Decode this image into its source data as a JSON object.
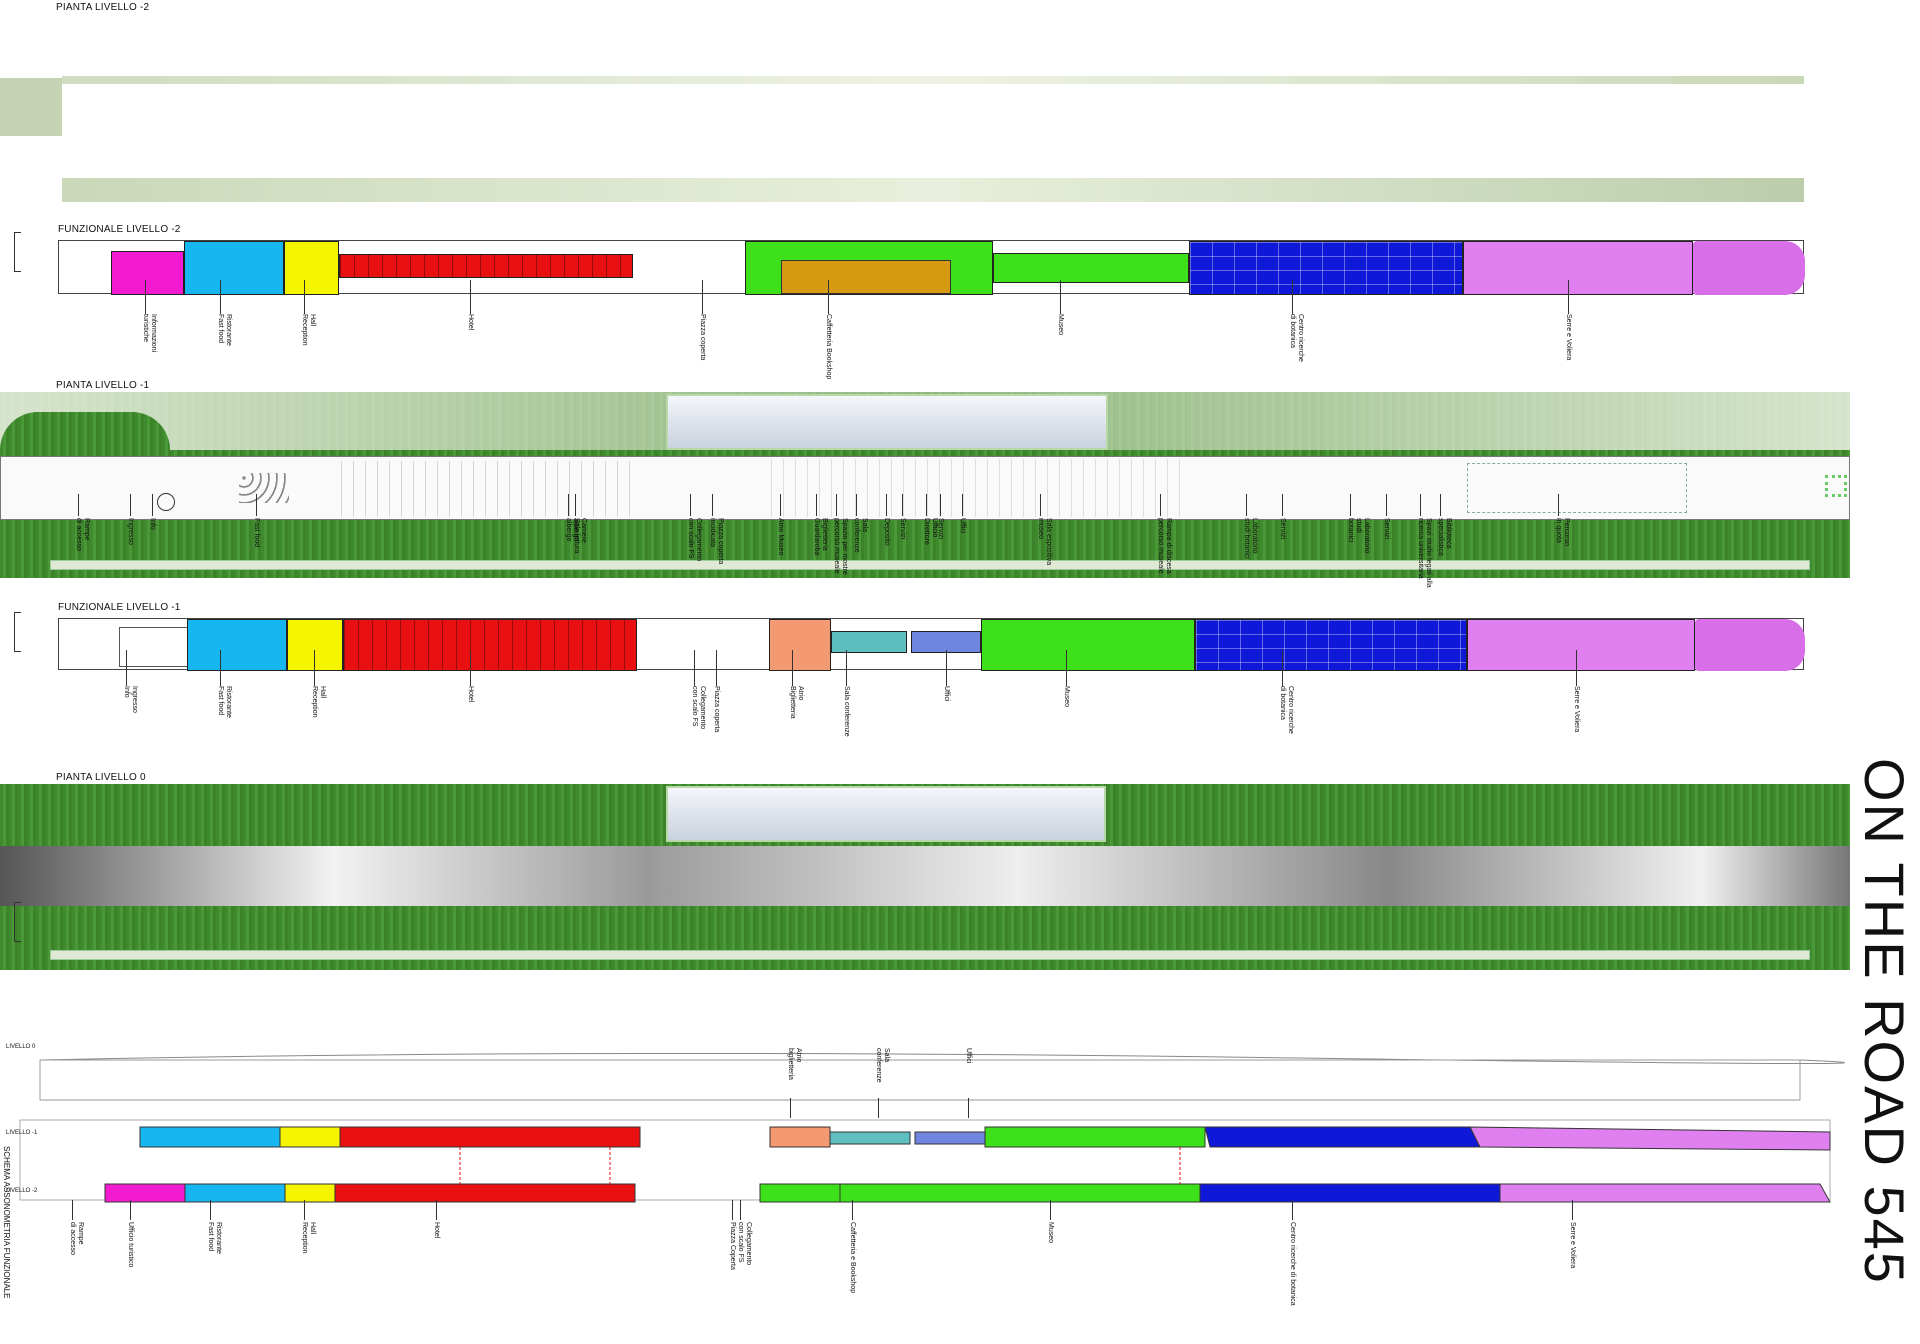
{
  "titles": {
    "pianta_m2": "PIANTA LIVELLO -2",
    "funz_m2": "FUNZIONALE LIVELLO -2",
    "pianta_m1": "PIANTA LIVELLO -1",
    "funz_m1": "FUNZIONALE LIVELLO -1",
    "pianta_0": "PIANTA LIVELLO 0",
    "schema": "SCHEMA ASSONOMETRIA FUNZIONALE",
    "brand": "ON THE ROAD 545"
  },
  "colors": {
    "magenta": "#f21bd2",
    "cyan": "#16b6f0",
    "yellow": "#f5f500",
    "red": "#e81010",
    "green": "#3ee01a",
    "orange": "#d59a12",
    "blue": "#1018d8",
    "violet": "#e080f0",
    "salmon": "#f49a72",
    "teal": "#5fbfbf",
    "periwinkle": "#6f86e0"
  },
  "funz_m2_labels": [
    "Informazioni\nturistiche",
    "Ristorante\nFast food",
    "Hall\nReception",
    "Hotel",
    "Piazza coperta",
    "Caffetteria Bookshop",
    "Museo",
    "Centro ricerche\ndi botanica",
    "Serre e Voliera"
  ],
  "pianta_m1_labels": [
    "Rampe\ndi accesso",
    "Ingresso",
    "Info",
    "Fast food",
    "Camere\nalbergo",
    "Sala lettura\nalbergo",
    "Piazza coperta\nincidicata",
    "Collegamento\ncon scalo FS",
    "Atrio Museo",
    "Biglietteria\nGuardaroba",
    "Sala\nconferenze",
    "Spazio per mostre\npercorso museale",
    "Deposito",
    "Servizi",
    "Ufficio\nDirettore",
    "Servizi",
    "Uffici",
    "Sala espositiva\nmuseo",
    "Rampa di discesa\npercorso museale",
    "Laboratorio\nstudi botanici",
    "Servizi",
    "Laboratorio\nstudi\nbotanici",
    "Servizi",
    "Spazi studio legati alla\nricerca universitaria",
    "Biblioteca\nspecialistica",
    "Percorso\nin quota"
  ],
  "funz_m1_labels": [
    "Ingresso\nInfo",
    "Ristorante\nFast food",
    "Hall\nReception",
    "Hotel",
    "Piazza coperta",
    "Collegamento\ncon scalo FS",
    "Atrio\nBiglietteria",
    "Sala conferenze",
    "Uffici",
    "Museo",
    "Centro ricerche\ndi botanica",
    "Serre e Voliera"
  ],
  "schema_labels": [
    "Rampe\ndi accesso",
    "Ufficio turistico",
    "Ristorante\nFast food",
    "Hall\nReception",
    "Hotel",
    "Piazza Coperta",
    "Collegamento\ncon scalo FS",
    "Caffetteria e Bookshop",
    "Museo",
    "Centro ricerche di botanica",
    "Serre e Voliera"
  ],
  "schema_top_labels": [
    "Atrio\nbiglietteria",
    "Sala\nconferenze",
    "Uffici"
  ],
  "levels": [
    "LIVELLO 0",
    "LIVELLO -1",
    "LIVELLO -2"
  ]
}
